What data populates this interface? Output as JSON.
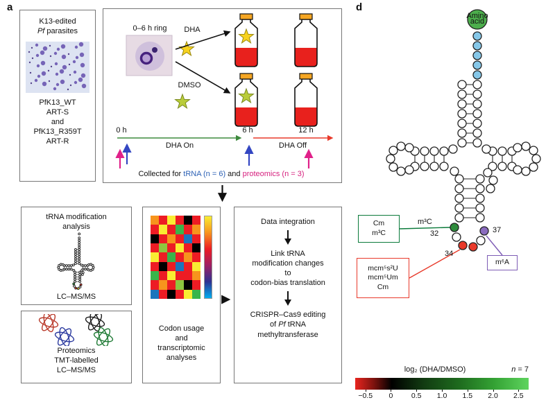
{
  "panel_labels": {
    "a": "a",
    "d": "d"
  },
  "k13_box": {
    "title_line1": "K13-edited",
    "title_pf": "Pf",
    "title_rest": " parasites",
    "line_wt": "PfK13_WT",
    "line_wt2": "ART-S",
    "line_and": "and",
    "line_mut": "PfK13_R359T",
    "line_mut2": "ART-R"
  },
  "treatment": {
    "ring_label": "0–6 h ring",
    "dha": "DHA",
    "dmso": "DMSO",
    "t0": "0 h",
    "t6": "6 h",
    "t12": "12 h",
    "dha_on": "DHA On",
    "dha_off": "DHA Off",
    "collected_prefix": "Collected for ",
    "collected_trna": "tRNA (n = 6)",
    "collected_and": " and ",
    "collected_prot": "proteomics (n = 3)"
  },
  "trna_box": {
    "title1": "tRNA modification",
    "title2": "analysis",
    "method": "LC–MS/MS"
  },
  "proteomics_box": {
    "line1": "Proteomics",
    "line2": "TMT-labelled",
    "line3": "LC–MS/MS"
  },
  "codon_box": {
    "line1": "Codon usage",
    "line2": "and",
    "line3": "transcriptomic",
    "line4": "analyses"
  },
  "integration_box": {
    "step1": "Data integration",
    "step2": [
      "Link tRNA",
      "modification changes",
      "to",
      "codon-bias translation"
    ],
    "step3_line1": "CRISPR–Cas9 editing",
    "step3_pre": "of ",
    "step3_pf": "Pf",
    "step3_post": " tRNA",
    "step3_line3": "methyltransferase"
  },
  "trna_map": {
    "amino_line1": "Amino",
    "amino_line2": "acid",
    "green_box": [
      "Cm",
      "m³C"
    ],
    "m3c_label": "m³C",
    "pos32": "32",
    "pos34": "34",
    "pos37": "37",
    "red_box": [
      "mcm⁵s²U",
      "mcm⁵Um",
      "Cm"
    ],
    "purple_box": "m⁶A",
    "colors": {
      "pos32_fill": "#2e8b3c",
      "pos34_fill": "#e8392a",
      "pos37_fill": "#8a6bbf",
      "acceptor_fill": "#85c7e8",
      "amino_fill": "#4cae4c",
      "green_box_border": "#0a7a3a",
      "red_box_border": "#e8392a",
      "purple_box_border": "#7d5bb5"
    }
  },
  "colorbar": {
    "title": "log₂ (DHA/DMSO)",
    "n_italic": "n",
    "n_rest": " = 7",
    "ticks": [
      "−0.5",
      "0",
      "0.5",
      "1.0",
      "1.5",
      "2.0",
      "2.5"
    ],
    "tick_values": [
      -0.5,
      0,
      0.5,
      1.0,
      1.5,
      2.0,
      2.5
    ],
    "range": [
      -0.7,
      2.7
    ],
    "gradient": [
      "#e8251f 0%",
      "#7a120e 11%",
      "#000000 21%",
      "#123d12 40%",
      "#1e6b1e 60%",
      "#34a234 80%",
      "#5ed45e 100%"
    ]
  },
  "accent_colors": {
    "trna_text_blue": "#2a5fb4",
    "proteomics_text_magenta": "#d6207e",
    "dha_on_green": "#3d8a3d",
    "dha_off_red": "#e8392a",
    "flask_cap_orange": "#f5a623",
    "flask_medium_red": "#e8211d",
    "dha_star_yellow": "#f7d21e",
    "dmso_star_green": "#b9cc3a"
  },
  "heatmap": {
    "cells": [
      [
        "#f7941d",
        "#ed1c24",
        "#f9ed32",
        "#ed1c24",
        "#000000",
        "#ed1c24"
      ],
      [
        "#ed1c24",
        "#f9ed32",
        "#ed1c24",
        "#39b54a",
        "#ed1c24",
        "#f7941d"
      ],
      [
        "#000000",
        "#ed1c24",
        "#f7941d",
        "#ed1c24",
        "#1c75bc",
        "#ed1c24"
      ],
      [
        "#ed1c24",
        "#8dc63f",
        "#ed1c24",
        "#f9ed32",
        "#ed1c24",
        "#000000"
      ],
      [
        "#f9ed32",
        "#ed1c24",
        "#39b54a",
        "#ed1c24",
        "#f7941d",
        "#ed1c24"
      ],
      [
        "#ed1c24",
        "#000000",
        "#ed1c24",
        "#1c75bc",
        "#ed1c24",
        "#f9ed32"
      ],
      [
        "#39b54a",
        "#ed1c24",
        "#f9ed32",
        "#ed1c24",
        "#ed1c24",
        "#f7941d"
      ],
      [
        "#ed1c24",
        "#f7941d",
        "#ed1c24",
        "#8dc63f",
        "#000000",
        "#ed1c24"
      ],
      [
        "#1c75bc",
        "#ed1c24",
        "#000000",
        "#ed1c24",
        "#f9ed32",
        "#39b54a"
      ]
    ],
    "scale_colors": [
      "#f9ed32",
      "#f7941d",
      "#ed1c24",
      "#9e1f63",
      "#2e3192",
      "#00aeef"
    ]
  }
}
